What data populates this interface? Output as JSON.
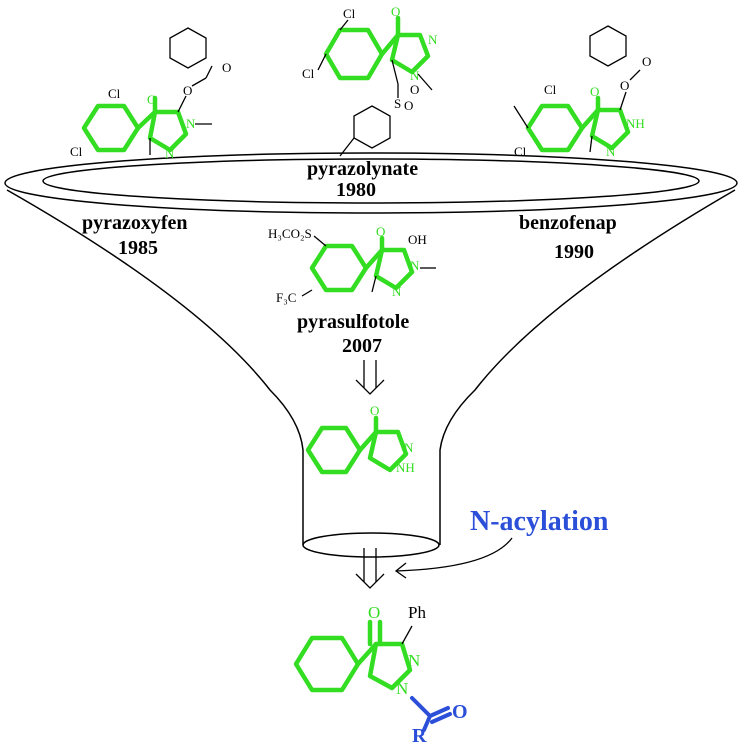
{
  "labels": {
    "pyrazolynate_name": "pyrazolynate",
    "pyrazolynate_year": "1980",
    "pyrazoxyfen_name": "pyrazoxyfen",
    "pyrazoxyfen_year": "1985",
    "benzofenap_name": "benzofenap",
    "benzofenap_year": "1990",
    "pyrasulfotole_name": "pyrasulfotole",
    "pyrasulfotole_year": "2007",
    "reaction": "N-acylation"
  },
  "atoms": {
    "cl": "Cl",
    "o": "O",
    "n": "N",
    "nh": "NH",
    "s": "S",
    "oh": "OH",
    "so2ch3": "H₃CO₂S",
    "cf3": "F₃C",
    "ph": "Ph",
    "r": "R"
  },
  "colors": {
    "scaffold": "#33dd22",
    "acyl": "#2b4fd8",
    "line": "#000000"
  }
}
